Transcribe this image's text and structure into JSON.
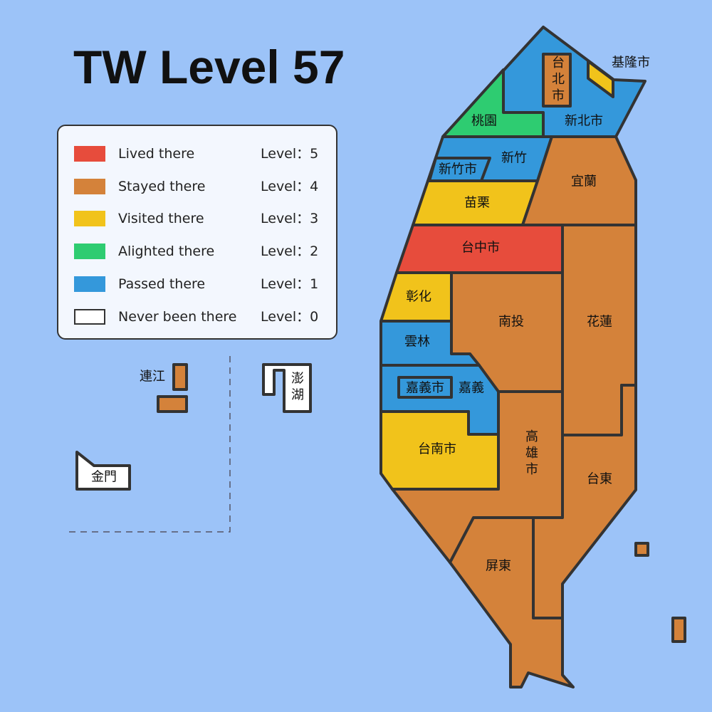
{
  "title": "TW Level 57",
  "colors": {
    "background": "#9cc3f8",
    "level_5": "#e74c3c",
    "level_4": "#d4823a",
    "level_3": "#f1c31b",
    "level_2": "#2ecc71",
    "level_1": "#3498db",
    "level_0": "#ffffff"
  },
  "legend": [
    {
      "label": "Lived there",
      "level": "Level：5",
      "color": "#e74c3c"
    },
    {
      "label": "Stayed there",
      "level": "Level：4",
      "color": "#d4823a"
    },
    {
      "label": "Visited there",
      "level": "Level：3",
      "color": "#f1c31b"
    },
    {
      "label": "Alighted there",
      "level": "Level：2",
      "color": "#2ecc71"
    },
    {
      "label": "Passed there",
      "level": "Level：1",
      "color": "#3498db"
    },
    {
      "label": "Never been there",
      "level": "Level：0",
      "color": "#ffffff"
    }
  ],
  "regions": {
    "xinbei": {
      "name": "新北市",
      "level": 1
    },
    "taoyuan": {
      "name": "桃園",
      "level": 2
    },
    "taipei": {
      "name": "台北市",
      "level": 4
    },
    "keelung": {
      "name": "基隆市",
      "level": 3
    },
    "hsinchu": {
      "name": "新竹",
      "level": 1
    },
    "hsinchu_city": {
      "name": "新竹市",
      "level": 1
    },
    "miaoli": {
      "name": "苗栗",
      "level": 3
    },
    "yilan": {
      "name": "宜蘭",
      "level": 4
    },
    "taichung": {
      "name": "台中市",
      "level": 5
    },
    "changhua": {
      "name": "彰化",
      "level": 3
    },
    "nantou": {
      "name": "南投",
      "level": 4
    },
    "hualien": {
      "name": "花蓮",
      "level": 4
    },
    "yunlin": {
      "name": "雲林",
      "level": 1
    },
    "chiayi": {
      "name": "嘉義",
      "level": 1
    },
    "chiayi_city": {
      "name": "嘉義市",
      "level": 1
    },
    "tainan": {
      "name": "台南市",
      "level": 3
    },
    "kaohsiung": {
      "name": "高雄市",
      "level": 4
    },
    "taitung": {
      "name": "台東",
      "level": 4
    },
    "pingtung": {
      "name": "屏東",
      "level": 4
    },
    "lienchiang": {
      "name": "連江",
      "level": 4
    },
    "penghu": {
      "name": "澎湖",
      "level": 0
    },
    "kinmen": {
      "name": "金門",
      "level": 0
    }
  }
}
